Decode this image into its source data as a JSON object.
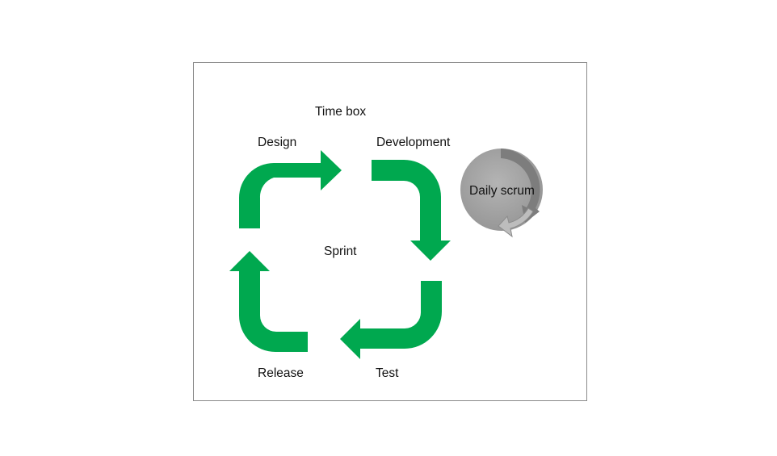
{
  "diagram": {
    "frame_label": "Time box",
    "center_label": "Sprint",
    "phases": {
      "design": "Design",
      "development": "Development",
      "test": "Test",
      "release": "Release"
    },
    "daily_scrum_label": "Daily scrum"
  },
  "colors": {
    "arrow_green": "#00A84F",
    "circle_gray": "#A3A3A3",
    "frame_border": "#8A8A8A"
  },
  "icons": {
    "cycle_arrows": "cycle-arrow-icon",
    "daily_loop": "circular-arrow-icon"
  }
}
